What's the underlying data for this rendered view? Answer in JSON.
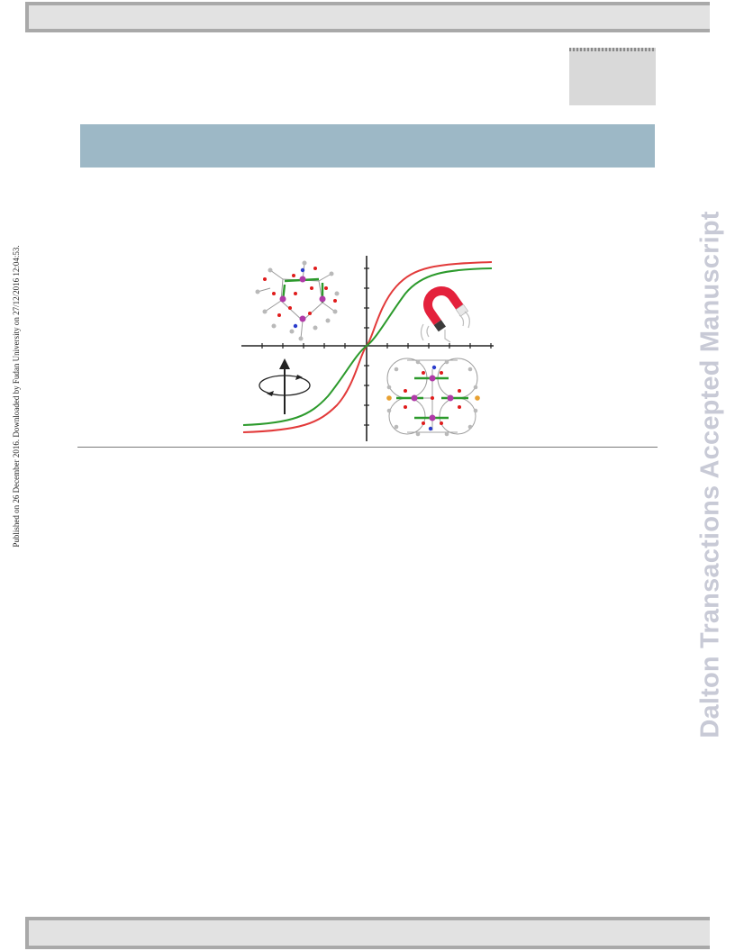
{
  "side_note": {
    "text": "Published on 26 December 2016. Downloaded by Fudan University on 27/12/2016 12:04:53."
  },
  "watermark": {
    "text": "Dalton Transactions Accepted Manuscript"
  },
  "graphic": {
    "curve_colors": {
      "red": "#e23a3a",
      "green": "#2c9a2c"
    },
    "icons": [
      "molecule-structure",
      "magnet",
      "spin-arrow",
      "molecule-structure"
    ]
  }
}
